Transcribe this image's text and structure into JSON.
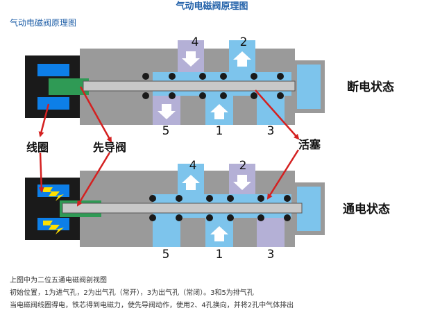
{
  "header": {
    "page_title": "气动电磁阀原理图",
    "subtitle": "气动电磁阀原理图"
  },
  "diagram": {
    "state_off_label": "断电状态",
    "state_on_label": "通电状态",
    "coil_label": "线圈",
    "pilot_label": "先导阀",
    "piston_label": "活塞",
    "top_ports": {
      "port4": "4",
      "port2": "2",
      "port5": "5",
      "port1": "1",
      "port3": "3"
    },
    "bottom_ports": {
      "port4": "4",
      "port2": "2",
      "port5": "5",
      "port1": "1",
      "port3": "3"
    },
    "colors": {
      "body": "#9a9a9a",
      "coil": "#1a1a1a",
      "coil_inner": "#0d7fe8",
      "air_blue": "#7dc4ec",
      "exhaust_lavender": "#b4b0d6",
      "pilot_green": "#2f9a55",
      "rod": "#c8c8c8",
      "arrow_red": "#d42020",
      "bolt": "#ffe000"
    }
  },
  "caption": {
    "line1": "上图中为二位五通电磁阀剖视图",
    "line2": "初始位置，1为进气孔，2为出气孔（常开），3为出气孔（常闭）。3和5为排气孔",
    "line3": "当电磁阀线圈得电，铁芯得到电磁力，使先导阀动作，使用2、4孔换向，并将2孔中气体排出"
  }
}
